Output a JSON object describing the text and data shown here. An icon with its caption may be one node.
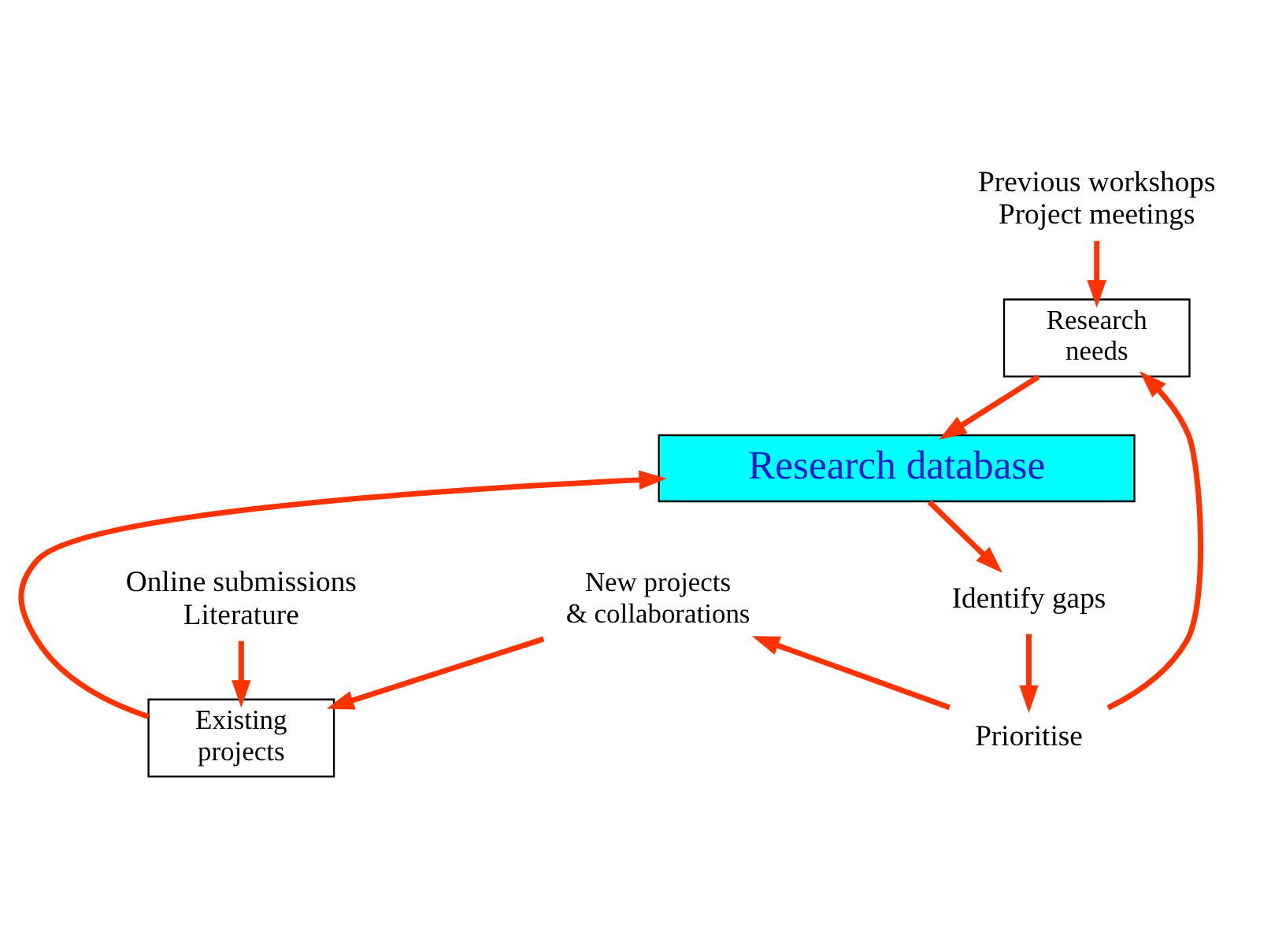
{
  "diagram": {
    "nodes": [
      {
        "text": [
          "Previous workshops",
          "Project meetings"
        ]
      },
      {
        "text": [
          "Online submissions",
          "Literature"
        ]
      },
      {
        "text": [
          "Research needs"
        ]
      },
      {
        "text": [
          "Existing projects"
        ]
      },
      {
        "text": [
          "Research database"
        ]
      },
      {
        "text": [
          "Identify gaps"
        ]
      },
      {
        "text": [
          "Prioritise"
        ]
      },
      {
        "text": [
          "New projects & collaborations"
        ]
      }
    ],
    "edges": [
      {
        "from": 0,
        "to": 2,
        "arrow": "to"
      },
      {
        "from": 1,
        "to": 3,
        "arrow": "to"
      },
      {
        "from": 2,
        "to": 4,
        "arrow": "to"
      },
      {
        "from": 3,
        "to": 4,
        "arrow": "to"
      },
      {
        "from": 4,
        "to": 5,
        "arrow": "to"
      },
      {
        "from": 5,
        "to": 6,
        "arrow": "to"
      },
      {
        "from": 6,
        "to": 2,
        "arrow": "to"
      },
      {
        "from": 6,
        "to": 7,
        "arrow": "to"
      },
      {
        "from": 7,
        "to": 3,
        "arrow": "to"
      }
    ]
  }
}
